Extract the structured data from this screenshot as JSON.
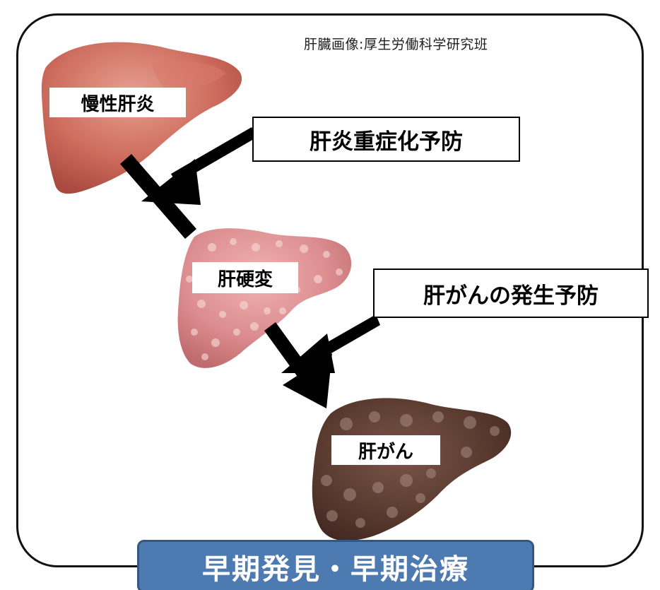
{
  "credit": "肝臓画像:厚生労働科学研究班",
  "stages": {
    "chronic_hepatitis": "慢性肝炎",
    "cirrhosis": "肝硬変",
    "liver_cancer": "肝がん"
  },
  "prevention": {
    "severe_hepatitis": "肝炎重症化予防",
    "cancer_onset": "肝がんの発生予防"
  },
  "banner": "早期発見・早期治療",
  "colors": {
    "frame_border": "#111111",
    "banner_fill": "#4d7ab0",
    "liver_healthy": "#cc6a5c",
    "liver_cirrhosis": "#d98d8d",
    "liver_cancer": "#5e3b30"
  }
}
